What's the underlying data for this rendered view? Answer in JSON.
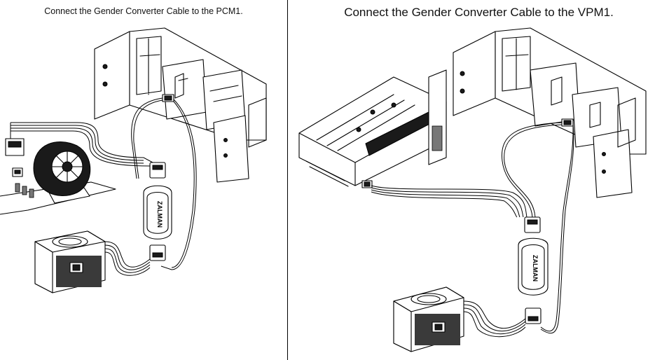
{
  "steps": [
    {
      "caption": "Connect the Gender Converter Cable to the PCM1."
    },
    {
      "caption": "Connect the Gender Converter Cable to the VPM1."
    }
  ],
  "device_logo": "ZALMAN"
}
